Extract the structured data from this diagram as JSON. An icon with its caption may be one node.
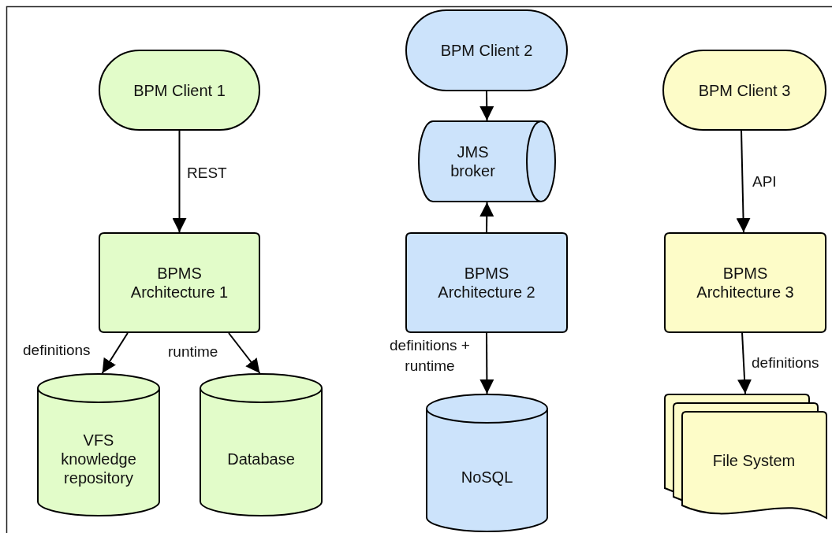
{
  "diagram": {
    "nodes": [
      {
        "text": [
          "BPM Client 1"
        ]
      },
      {
        "text": [
          "BPMS Architecture 1"
        ]
      },
      {
        "text": [
          "VFS knowledge repository"
        ]
      },
      {
        "text": [
          "Database"
        ]
      },
      {
        "text": [
          "BPM Client 2"
        ]
      },
      {
        "text": [
          "JMS broker"
        ]
      },
      {
        "text": [
          "BPMS Architecture 2"
        ]
      },
      {
        "text": [
          "NoSQL"
        ]
      },
      {
        "text": [
          "BPM Client 3"
        ]
      },
      {
        "text": [
          "BPMS Architecture 3"
        ]
      },
      {
        "text": [
          "File System"
        ]
      }
    ],
    "edges": [
      {
        "from": 0,
        "to": 1,
        "arrow": "to",
        "label": "REST"
      },
      {
        "from": 1,
        "to": 2,
        "arrow": "to",
        "label": "definitions"
      },
      {
        "from": 1,
        "to": 3,
        "arrow": "to",
        "label": "runtime"
      },
      {
        "from": 4,
        "to": 5,
        "arrow": "to"
      },
      {
        "from": 6,
        "to": 5,
        "arrow": "to"
      },
      {
        "from": 6,
        "to": 7,
        "arrow": "to",
        "label": "definitions + runtime"
      },
      {
        "from": 8,
        "to": 9,
        "arrow": "to",
        "label": "API"
      },
      {
        "from": 9,
        "to": 10,
        "arrow": "to",
        "label": "definitions"
      }
    ]
  }
}
